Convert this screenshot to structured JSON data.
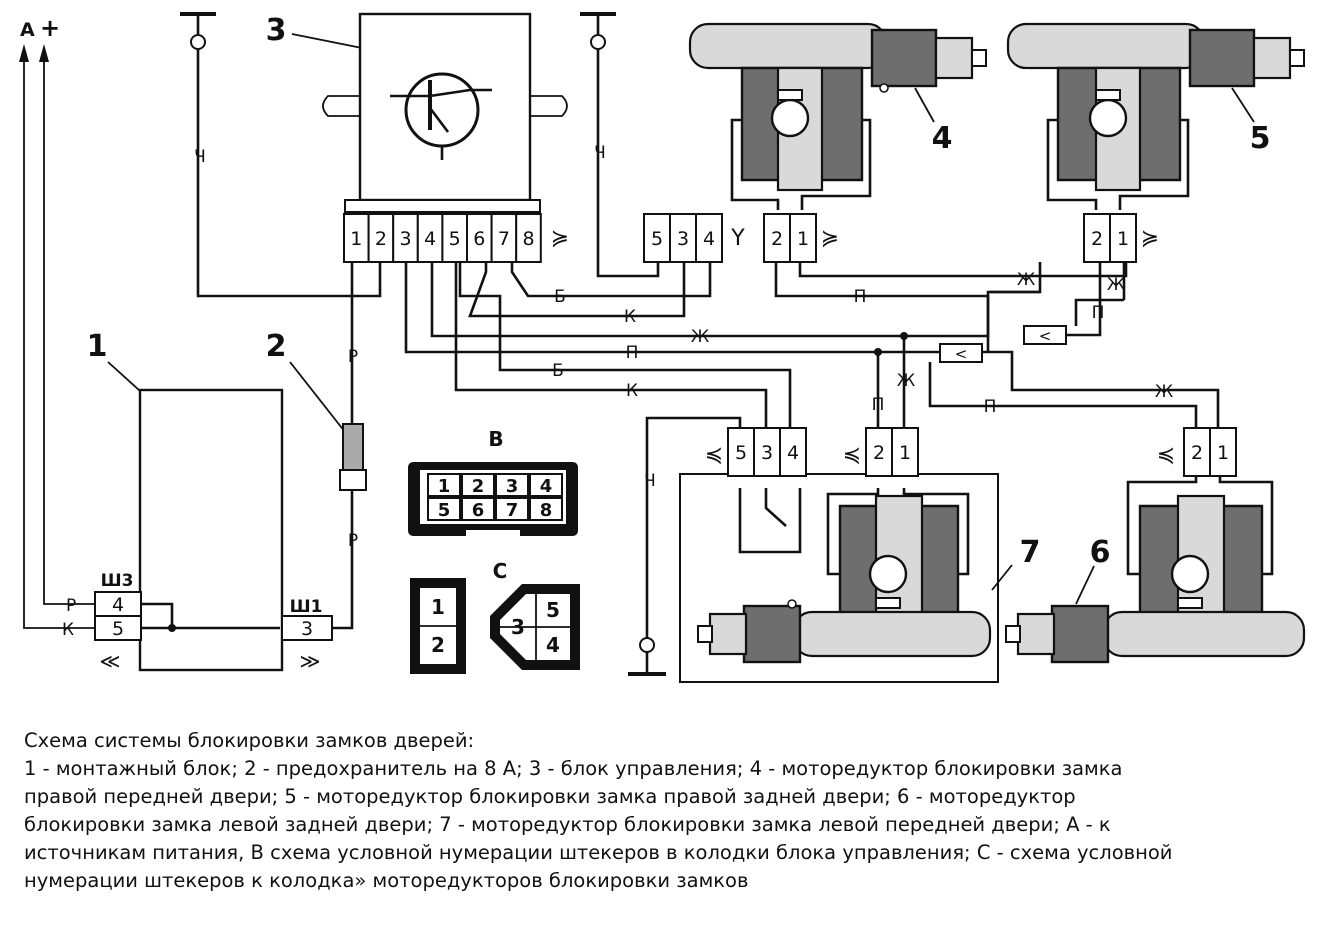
{
  "diagram": {
    "labels": {
      "n1": "1",
      "n2": "2",
      "n3": "3",
      "n4": "4",
      "n5": "5",
      "n6": "6",
      "n7": "7",
      "a": "А",
      "plus": "+",
      "b": "В",
      "c": "С"
    },
    "control_unit_pins": [
      "1",
      "2",
      "3",
      "4",
      "5",
      "6",
      "7",
      "8"
    ],
    "small_connector_pins": [
      "5",
      "3",
      "4"
    ],
    "motor_pins": [
      "2",
      "1"
    ],
    "front_left_pins": [
      "5",
      "3",
      "4"
    ],
    "connector_b_pins": [
      "1",
      "2",
      "3",
      "4",
      "5",
      "6",
      "7",
      "8"
    ],
    "connector_c2_pins": [
      "1",
      "2"
    ],
    "connector_c3_pins": [
      "3",
      "5",
      "4"
    ],
    "wire_colors": {
      "black": "Ч",
      "white": "Б",
      "brown": "К",
      "yellow": "Ж",
      "green": "П",
      "red": "Р"
    },
    "plugs": {
      "sh3": "Ш3",
      "sh1": "Ш1",
      "sh3_pin_r": "Р",
      "sh3_pin_k": "К",
      "sh3_pin4": "4",
      "sh3_pin5": "5",
      "sh1_pin3": "3"
    },
    "colors": {
      "ink": "#111111",
      "dark_fill": "#6e6e6e",
      "mid_fill": "#9a9a9a",
      "light_fill": "#d9d9d9"
    }
  },
  "caption": {
    "title": "Схема системы блокировки замков дверей:",
    "lines": [
      "1 - монтажный блок; 2 - предохранитель на 8 А; 3 - блок управления; 4 - моторедуктор блокировки замка",
      "правой передней двери; 5 - моторедуктор блокировки замка правой задней двери; 6 - моторедуктор",
      "блокировки замка левой задней двери; 7 - моторедуктор блокировки замка левой передней двери; А - к",
      "источникам питания, В схема условной нумерации штекеров в колодки блока управления; С - схема условной",
      "нумерации штекеров к колодка» моторедукторов блокировки замков"
    ]
  }
}
